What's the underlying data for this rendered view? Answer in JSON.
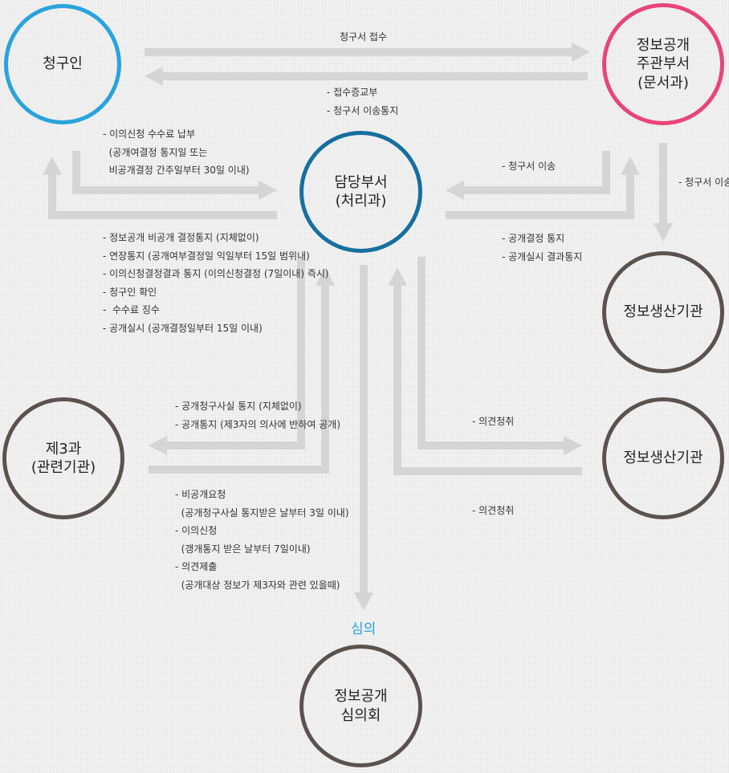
{
  "nodes": {
    "claimant": "청구인",
    "main_dept": "정보공개\n주관부서\n(문서과)",
    "handling_dept": "담당부서\n(처리과)",
    "producer_top": "정보생산기관",
    "producer_bottom": "정보생산기관",
    "third_party": "제3과\n(관련기관)",
    "committee": "정보공개\n심의회"
  },
  "notes": {
    "request_receipt": "청구서 접수",
    "receipt_return": "- 접수증교부\n- 청구서 이송통지",
    "objection_fee": "- 이의신청 수수료 납부\n  (공개여결정 통지일 또는\n  비공개결정 간주일부터 30일 이내)",
    "decisions": "- 정보공개 비공개 결정통지 (지체없이)\n- 연장통지 (공개여부결정일 익일부터 15일 범위내)\n- 이의신청결정결과 통지 (이의신청결정 (7일이내) 즉시)\n- 청구인 확인\n-  수수료 징수\n- 공개실시 (공개결정일부터 15일 이내)",
    "transfer": "- 청구서 이송",
    "transfer_right": "- 청구서 이송",
    "public_notice": "- 공개결정 통지\n- 공개실시 결과통지",
    "third_notice": "- 공개청구사실 통지 (지체없이)\n- 공개통지 (제3자의 의사에 반하여 공개)",
    "third_reply": "- 비공개요청\n  (공개청구사실 통지받은 날부터 3일 이내)\n- 이의신청\n  (갱개통지 받은 날부터 7일이내)\n- 의견제출\n  (공개대상 정보가 제3자와 관련 있을때)",
    "opinion1": "- 의견청취",
    "opinion2": "- 의견청취",
    "deliberation": "심의"
  },
  "colors": {
    "claimant": "#29a3dc",
    "main_dept": "#e8457a",
    "handling_dept": "#166f9f",
    "other": "#5c524d",
    "arrow": "#d5d5d5"
  }
}
